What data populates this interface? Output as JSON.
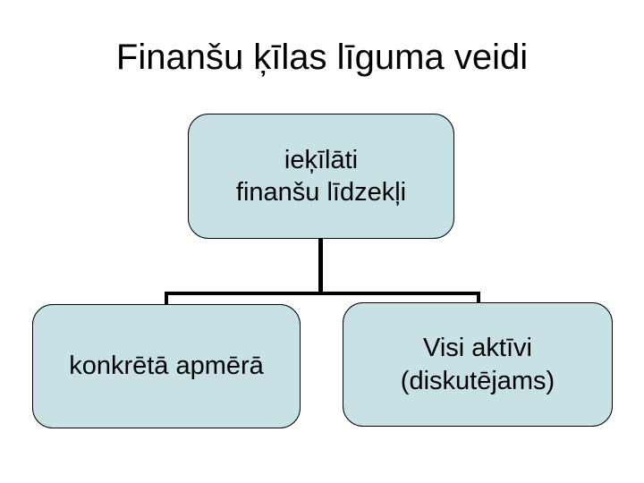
{
  "slide": {
    "title": "Finanšu ķīlas līguma veidi"
  },
  "diagram": {
    "type": "hierarchy",
    "nodes": {
      "root": {
        "label": "ieķīlāti\nfinanšu līdzekļi"
      },
      "child_left": {
        "label": "konkrētā apmērā"
      },
      "child_right": {
        "label": "Visi aktīvi\n(diskutējams)"
      }
    },
    "edges": [
      {
        "from": "root",
        "to": "child_left"
      },
      {
        "from": "root",
        "to": "child_right"
      }
    ]
  },
  "colors": {
    "background": "#ffffff",
    "node_fill": "#c8e1e4",
    "node_border": "#000000",
    "connector": "#000000",
    "text": "#000000"
  }
}
